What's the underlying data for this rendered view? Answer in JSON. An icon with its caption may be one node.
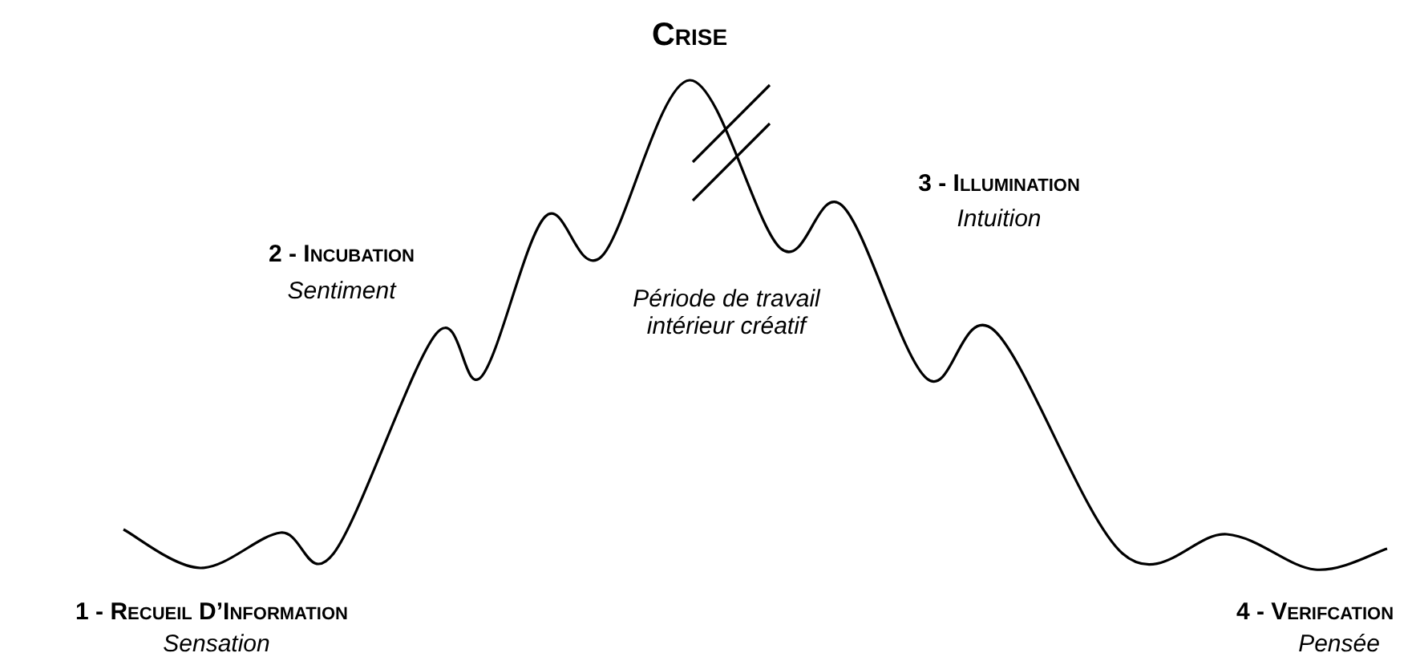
{
  "diagram": {
    "title": "Crise",
    "labels": [
      "3 - Illumination",
      "Intuition",
      "2 - Incubation",
      "Sentiment",
      "Période de travail intérieur créatif",
      "1 - Recueil D’Information",
      "Sensation",
      "4 - Verifcation",
      "Pensée"
    ]
  }
}
